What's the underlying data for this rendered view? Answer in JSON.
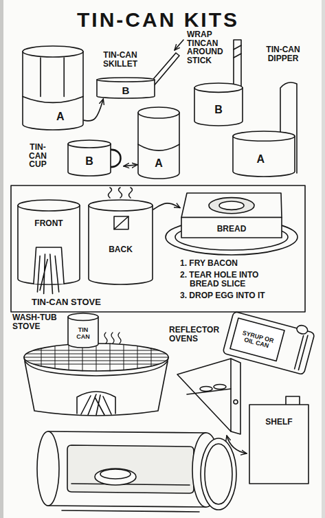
{
  "diagram": {
    "title": "TIN-CAN KITS",
    "nodes": [
      {
        "text": [
          "A"
        ]
      },
      {
        "text": [
          "B"
        ]
      },
      {
        "text": [
          "B"
        ]
      },
      {
        "text": [
          "A"
        ]
      },
      {
        "text": [
          "B"
        ]
      },
      {
        "text": [
          "A"
        ]
      },
      {
        "text": [
          "FRONT"
        ]
      },
      {
        "text": [
          "BACK"
        ]
      },
      {
        "text": [
          "BREAD"
        ]
      },
      {
        "text": [
          "TIN CAN"
        ]
      },
      {
        "text": [
          "SYRUP OR OIL CAN"
        ]
      },
      {
        "text": [
          "SHELF"
        ]
      }
    ],
    "edges": [
      {
        "from": 0,
        "to": 1,
        "arrow": "to"
      },
      {
        "from": 4,
        "to": 5,
        "arrow": "both"
      },
      {
        "from": 7,
        "to": 8,
        "arrow": "to"
      }
    ],
    "labels": [
      "TIN-CAN SKILLET",
      "WRAP TINCAN AROUND STICK",
      "TIN-CAN DIPPER",
      "TIN-CAN CUP",
      "TIN-CAN STOVE",
      "1. FRY BACON",
      "2. TEAR HOLE INTO BREAD SLICE",
      "3. DROP EGG INTO IT",
      "WASH-TUB STOVE",
      "REFLECTOR OVENS"
    ]
  }
}
